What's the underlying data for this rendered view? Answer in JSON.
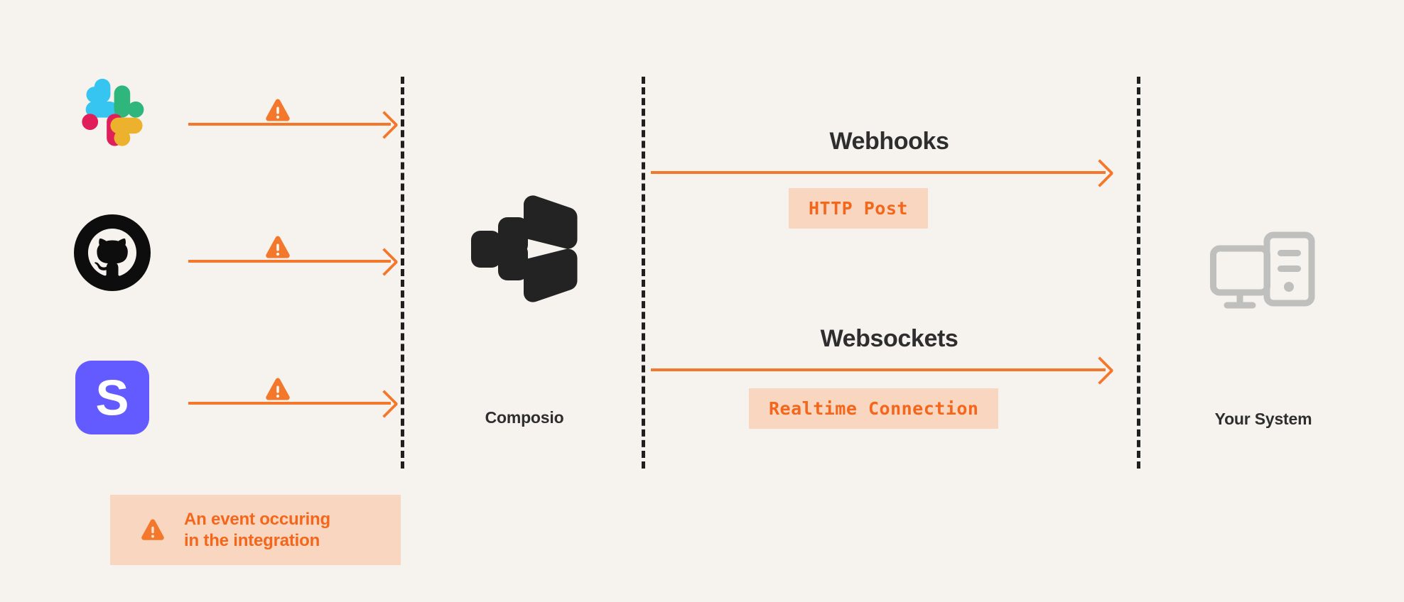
{
  "canvas": {
    "background_color": "#F6F3EE",
    "accent_color": "#F4782C",
    "badge_background": "#F8D6BF",
    "badge_text_color": "#F4661B",
    "text_color": "#2E2E2E",
    "divider_color": "#1F1F1F"
  },
  "integrations": [
    {
      "name": "Slack",
      "icon": "slack-logo",
      "event_icon": "warning-triangle-icon"
    },
    {
      "name": "GitHub",
      "icon": "github-logo",
      "event_icon": "warning-triangle-icon"
    },
    {
      "name": "Stripe",
      "icon": "stripe-logo",
      "event_icon": "warning-triangle-icon"
    }
  ],
  "hub": {
    "icon": "composio-logo",
    "label": "Composio"
  },
  "channels": [
    {
      "title": "Webhooks",
      "badge": "HTTP Post",
      "arrow": "right-arrow"
    },
    {
      "title": "Websockets",
      "badge": "Realtime Connection",
      "arrow": "right-arrow"
    }
  ],
  "destination": {
    "icon": "desktop-computer-icon",
    "label": "Your System"
  },
  "legend": {
    "icon": "warning-triangle-icon",
    "line1": "An event occuring",
    "line2": "in the integration"
  },
  "brand_colors": {
    "slack_blue": "#36C5F0",
    "slack_green": "#2EB67D",
    "slack_red": "#E01E5A",
    "slack_yellow": "#ECB22E",
    "github_black": "#0D0D0D",
    "stripe_indigo": "#635BFF",
    "composio_dark": "#232323",
    "system_grey": "#BFBFBD"
  }
}
